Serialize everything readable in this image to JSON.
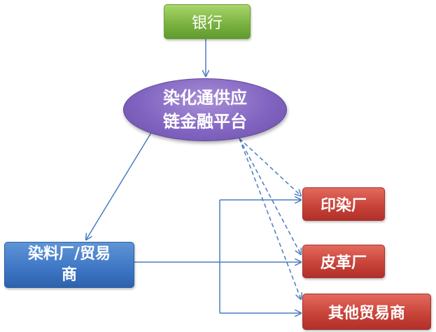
{
  "diagram": {
    "nodes": {
      "bank": "银行",
      "platform": "染化通供应\n链金融平台",
      "dye_supplier": "染料厂/贸易\n商",
      "printing_factory": "印染厂",
      "leather_factory": "皮革厂",
      "other_trader": "其他贸易商"
    },
    "colors": {
      "bank": "#7cb342",
      "platform": "#8265c2",
      "dye_supplier": "#3f78c6",
      "customers": "#c9443a",
      "arrow": "#4a7cc0"
    },
    "edges": [
      {
        "from": "bank",
        "to": "platform",
        "style": "solid"
      },
      {
        "from": "platform",
        "to": "dye_supplier",
        "style": "solid"
      },
      {
        "from": "platform",
        "to": "printing_factory",
        "style": "dashed"
      },
      {
        "from": "platform",
        "to": "leather_factory",
        "style": "dashed"
      },
      {
        "from": "platform",
        "to": "other_trader",
        "style": "dashed"
      },
      {
        "from": "dye_supplier",
        "to": "printing_factory",
        "style": "solid"
      },
      {
        "from": "dye_supplier",
        "to": "leather_factory",
        "style": "solid"
      },
      {
        "from": "dye_supplier",
        "to": "other_trader",
        "style": "solid"
      }
    ]
  }
}
